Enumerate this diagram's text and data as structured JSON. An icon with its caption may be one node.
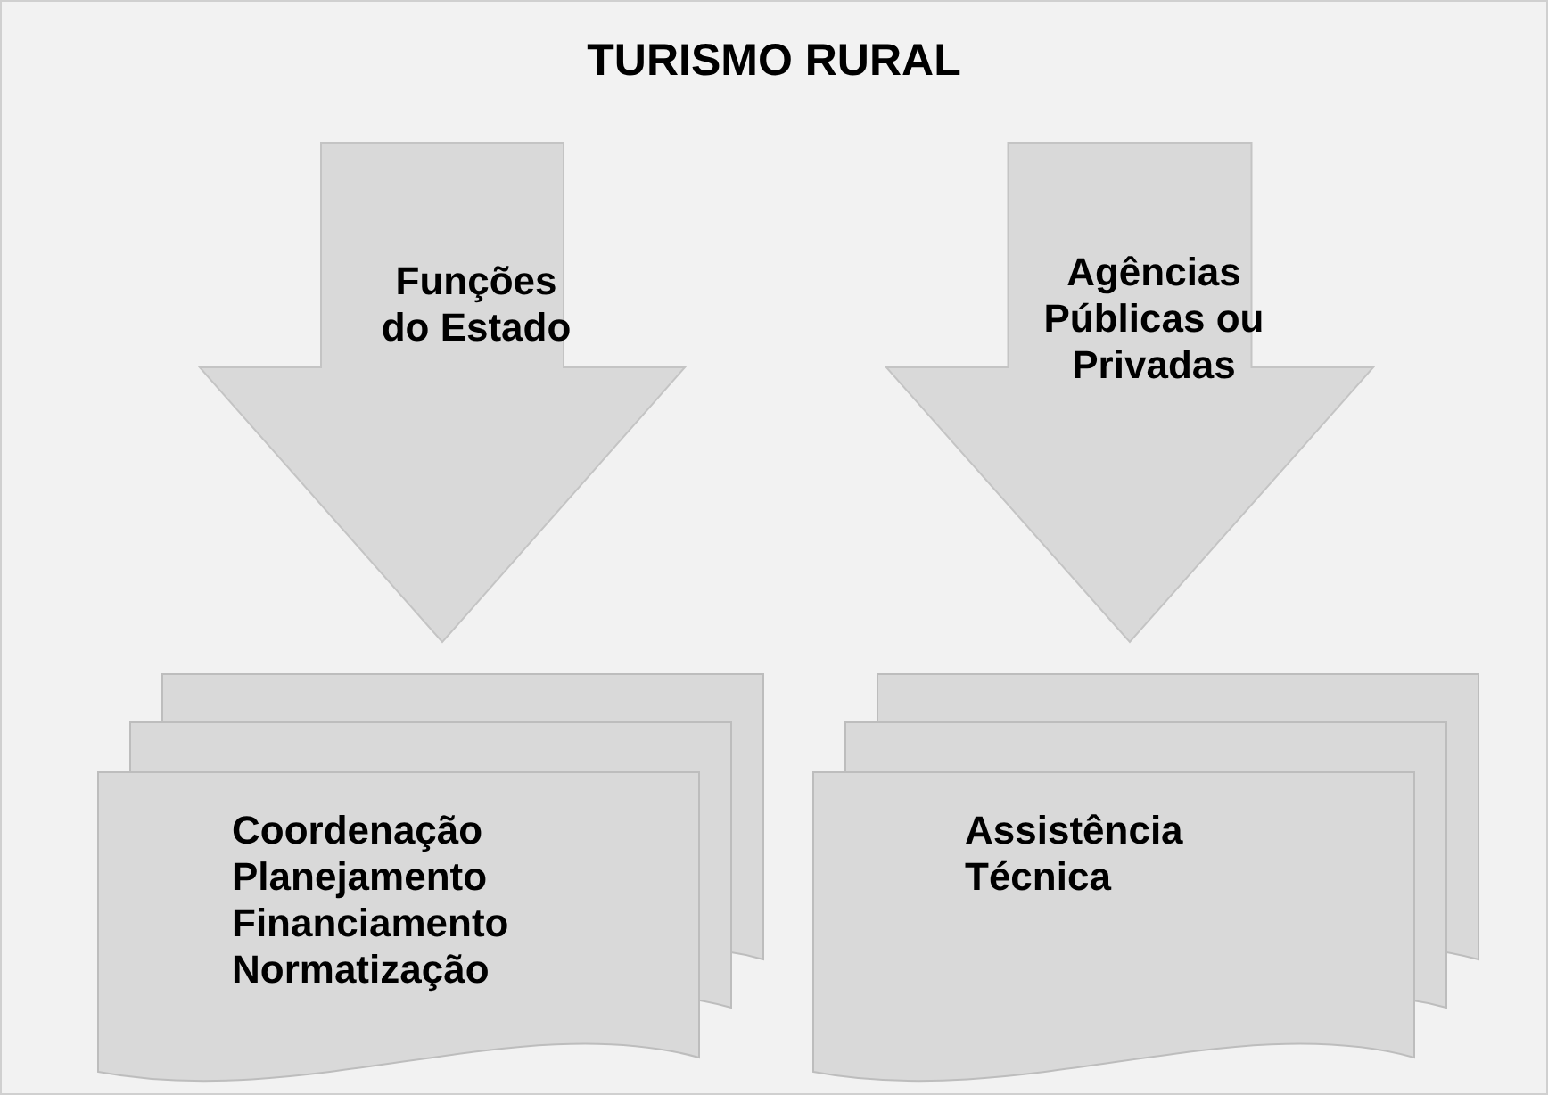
{
  "diagram": {
    "title": "TURISMO RURAL",
    "nodes": [
      {
        "text": [
          "Funções do Estado"
        ]
      },
      {
        "text": [
          "Agências Públicas ou Privadas"
        ]
      },
      {
        "text": [
          "Coordenação",
          "Planejamento",
          "Financiamento",
          "Normatização"
        ]
      },
      {
        "text": [
          "Assistência Técnica"
        ]
      }
    ]
  }
}
